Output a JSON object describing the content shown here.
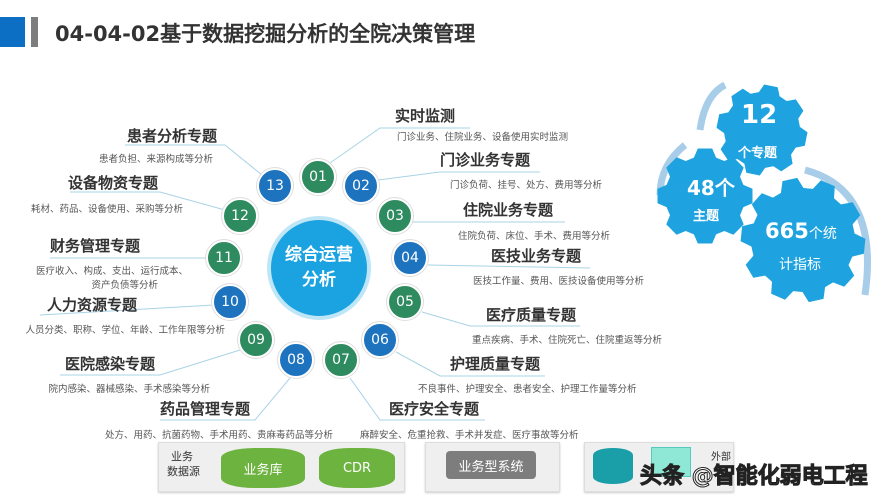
{
  "title": "04-04-02基于数据挖掘分析的全院决策管理",
  "center": {
    "line1": "综合运营",
    "line2": "分析"
  },
  "topics": [
    {
      "num": "01",
      "title": "实时监测",
      "desc": "门诊业务、住院业务、设备使用实时监测"
    },
    {
      "num": "02",
      "title": "门诊业务专题",
      "desc": "门诊负荷、挂号、处方、费用等分析"
    },
    {
      "num": "03",
      "title": "住院业务专题",
      "desc": "住院负荷、床位、手术、费用等分析"
    },
    {
      "num": "04",
      "title": "医技业务专题",
      "desc": "医技工作量、费用、医技设备使用等分析"
    },
    {
      "num": "05",
      "title": "医疗质量专题",
      "desc": "重点疾病、手术、住院死亡、住院重返等分析"
    },
    {
      "num": "06",
      "title": "护理质量专题",
      "desc": "不良事件、护理安全、患者安全、护理工作量等分析"
    },
    {
      "num": "07",
      "title": "医疗安全专题",
      "desc": "麻醉安全、危重抢救、手术并发症、医疗事故等分析"
    },
    {
      "num": "08",
      "title": "药品管理专题",
      "desc": "处方、用药、抗菌药物、手术用药、贵麻毒药品等分析"
    },
    {
      "num": "09",
      "title": "医院感染专题",
      "desc": "院内感染、器械感染、手术感染等分析"
    },
    {
      "num": "10",
      "title": "人力资源专题",
      "desc": "人员分类、职称、学位、年龄、工作年限等分析"
    },
    {
      "num": "11",
      "title": "财务管理专题",
      "desc": "医疗收入、构成、支出、运行成本、",
      "desc2": "资产负债等分析"
    },
    {
      "num": "12",
      "title": "设备物资专题",
      "desc": "耗材、药品、设备使用、采购等分析"
    },
    {
      "num": "13",
      "title": "患者分析专题",
      "desc": "患者负担、来源构成等分析"
    }
  ],
  "gears": {
    "g1_num": "12",
    "g1_text": "个专题",
    "g2_num": "48个",
    "g2_text": "主题",
    "g3_num": "665",
    "g3_unit": "个统",
    "g3_text": "计指标"
  },
  "sources": {
    "label1": "业务",
    "label2": "数据源",
    "db1": "业务库",
    "db2": "CDR",
    "system": "业务型系统",
    "external": "外部"
  },
  "watermark": "头条 @智能化弱电工程",
  "colors": {
    "blue": "#1d73be",
    "green": "#2e8a5f",
    "center": "#1aa3e0",
    "gear": "#1ea3e0"
  }
}
